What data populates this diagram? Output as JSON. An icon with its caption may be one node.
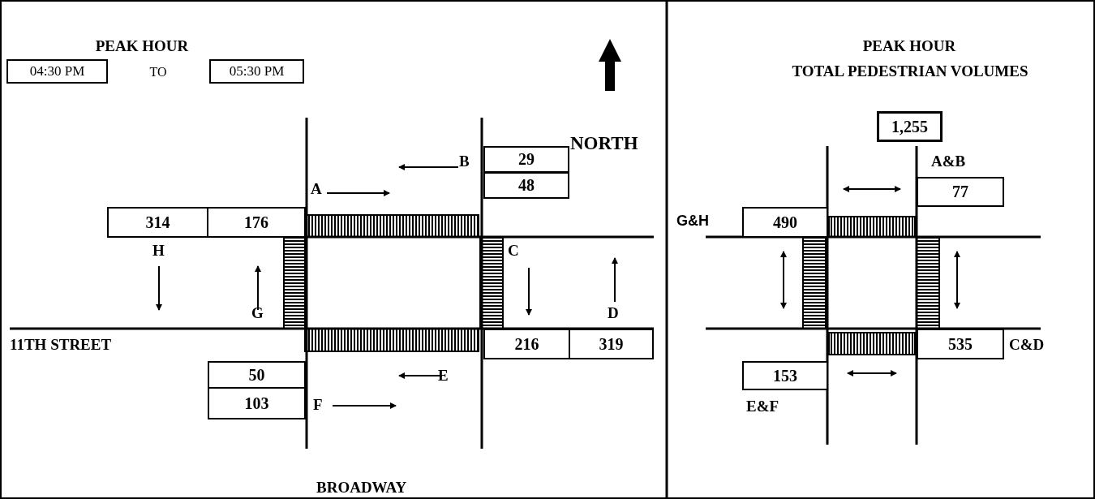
{
  "diagram": {
    "nodes": [
      {
        "text": [
          "04:30 PM"
        ]
      },
      {
        "text": [
          "05:30 PM"
        ]
      },
      {
        "text": [
          "1,255"
        ]
      },
      {
        "text": [
          "29"
        ]
      },
      {
        "text": [
          "77"
        ]
      },
      {
        "text": [
          "48"
        ]
      },
      {
        "text": [
          "314"
        ]
      },
      {
        "text": [
          "176"
        ]
      },
      {
        "text": [
          "490"
        ]
      },
      {
        "text": [
          "216"
        ]
      },
      {
        "text": [
          "319"
        ]
      },
      {
        "text": [
          "535"
        ]
      },
      {
        "text": [
          "50"
        ]
      },
      {
        "text": [
          "153"
        ]
      },
      {
        "text": [
          "103"
        ]
      }
    ],
    "labels": [
      "PEAK HOUR",
      "PEAK HOUR",
      "TO",
      "TOTAL PEDESTRIAN VOLUMES",
      "NORTH",
      "B",
      "A&B",
      "A",
      "G&H",
      "H",
      "C",
      "G",
      "D",
      "11TH STREET",
      "C&D",
      "E",
      "F",
      "E&F",
      "BROADWAY"
    ]
  }
}
